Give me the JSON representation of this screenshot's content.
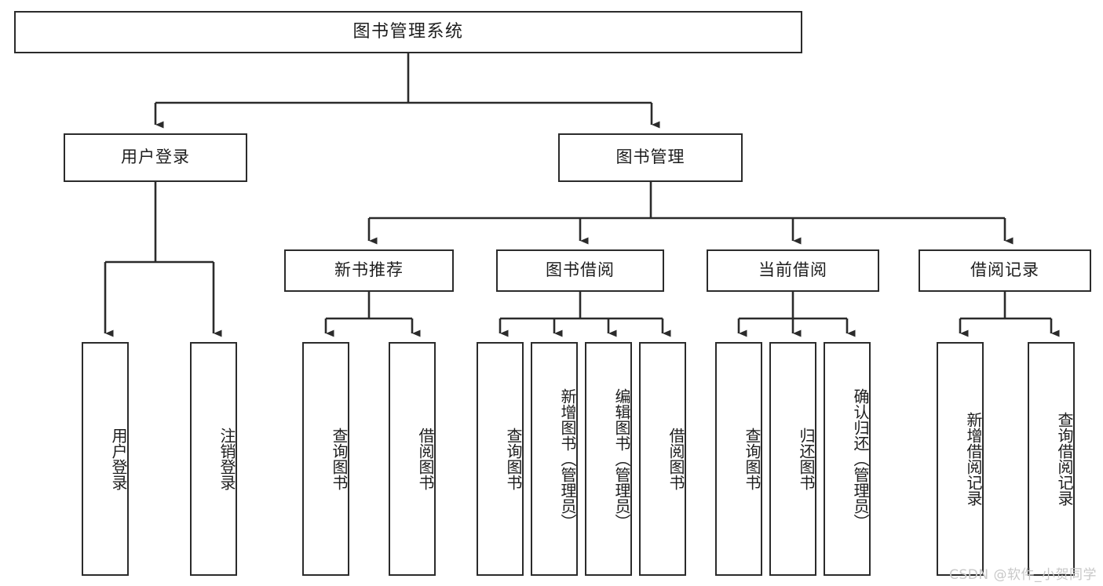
{
  "diagram": {
    "type": "tree-hierarchy",
    "title": "图书管理系统",
    "watermark": "CSDN @软件_小贺同学",
    "colors": {
      "box_border": "#2b2b2b",
      "box_fill": "#ffffff",
      "connector": "#2b2b2b",
      "text": "#1d1d1d",
      "watermark": "#c8c8c8",
      "background": "#ffffff"
    },
    "root": {
      "label": "图书管理系统"
    },
    "level1": [
      {
        "label": "用户登录"
      },
      {
        "label": "图书管理"
      }
    ],
    "level2": [
      {
        "label": "新书推荐"
      },
      {
        "label": "图书借阅"
      },
      {
        "label": "当前借阅"
      },
      {
        "label": "借阅记录"
      }
    ],
    "leaves": {
      "user_login": [
        {
          "label": "用户登录"
        },
        {
          "label": "注销登录"
        }
      ],
      "new_book_recommend": [
        {
          "label": "查询图书"
        },
        {
          "label": "借阅图书"
        }
      ],
      "book_borrow": [
        {
          "label": "查询图书"
        },
        {
          "label": "新增图书（管理员）"
        },
        {
          "label": "编辑图书（管理员）"
        },
        {
          "label": "借阅图书"
        }
      ],
      "current_borrow": [
        {
          "label": "查询图书"
        },
        {
          "label": "归还图书"
        },
        {
          "label": "确认归还（管理员）"
        }
      ],
      "borrow_record": [
        {
          "label": "新增借阅记录"
        },
        {
          "label": "查询借阅记录"
        }
      ]
    }
  }
}
